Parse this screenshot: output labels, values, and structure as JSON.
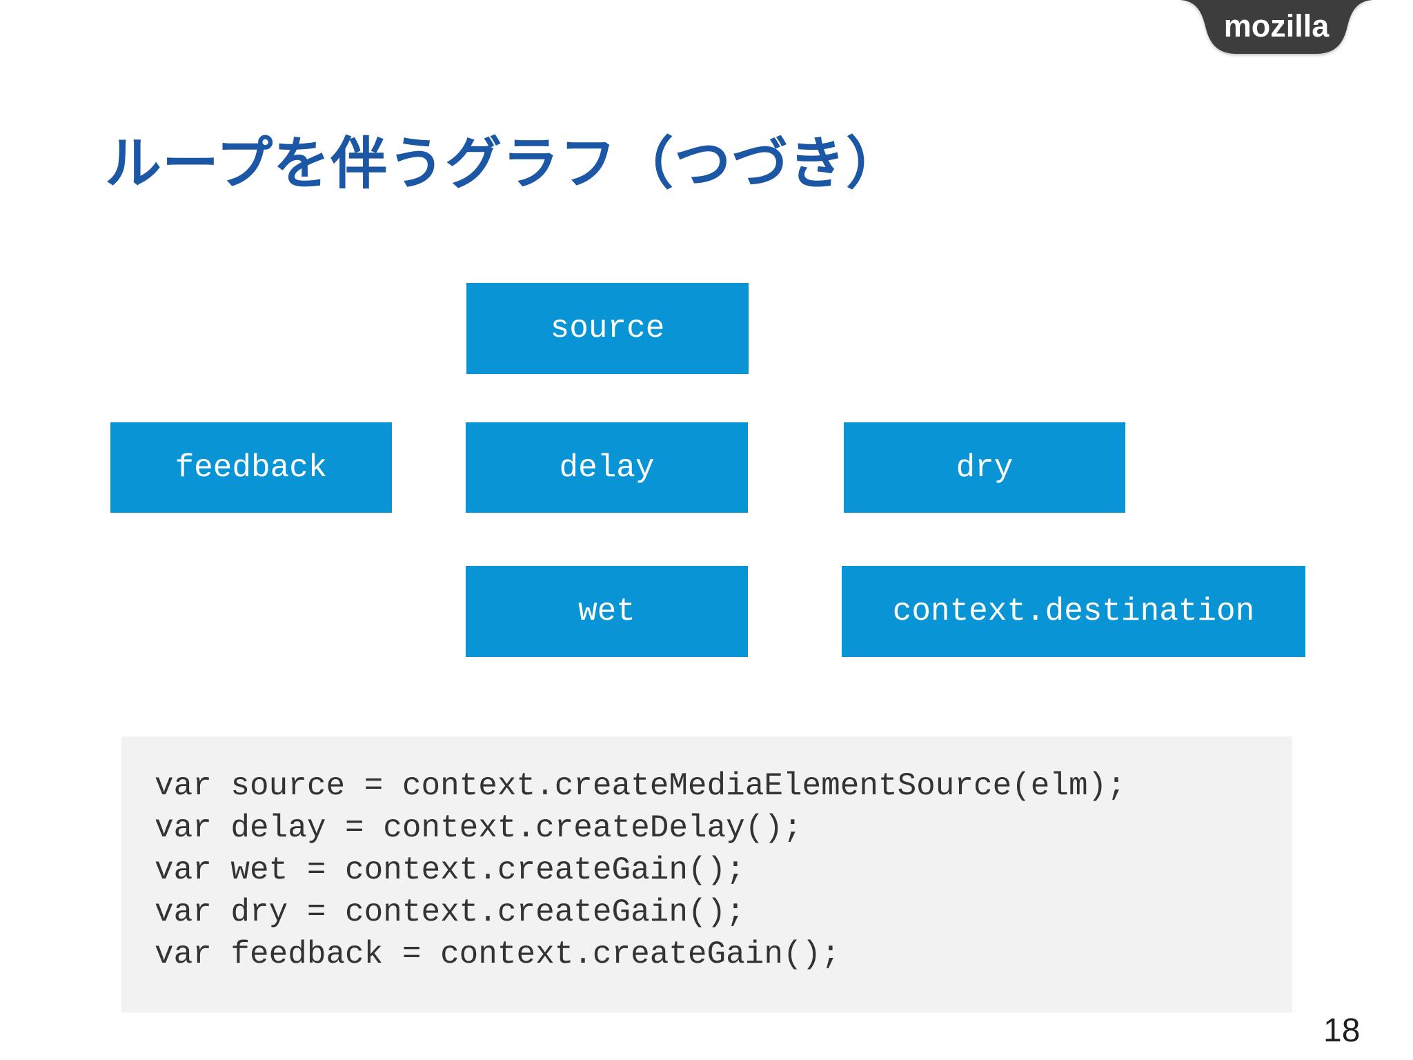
{
  "slide": {
    "title": "ループを伴うグラフ（つづき）",
    "page_number": "18"
  },
  "logo": {
    "text": "mozilla",
    "background_color": "#3d3d3d",
    "text_color": "#ffffff"
  },
  "graph": {
    "node_color": "#0994d6",
    "node_text_color": "#ffffff",
    "nodes": [
      {
        "id": "source",
        "label": "source"
      },
      {
        "id": "feedback",
        "label": "feedback"
      },
      {
        "id": "delay",
        "label": "delay"
      },
      {
        "id": "dry",
        "label": "dry"
      },
      {
        "id": "wet",
        "label": "wet"
      },
      {
        "id": "destination",
        "label": "context.destination"
      }
    ]
  },
  "code": {
    "background_color": "#f2f2f3",
    "text_color": "#333333",
    "lines": [
      "var source = context.createMediaElementSource(elm);",
      "var delay = context.createDelay();",
      "var wet = context.createGain();",
      "var dry = context.createGain();",
      "var feedback = context.createGain();"
    ]
  },
  "colors": {
    "title": "#1b57a5",
    "background": "#ffffff"
  }
}
